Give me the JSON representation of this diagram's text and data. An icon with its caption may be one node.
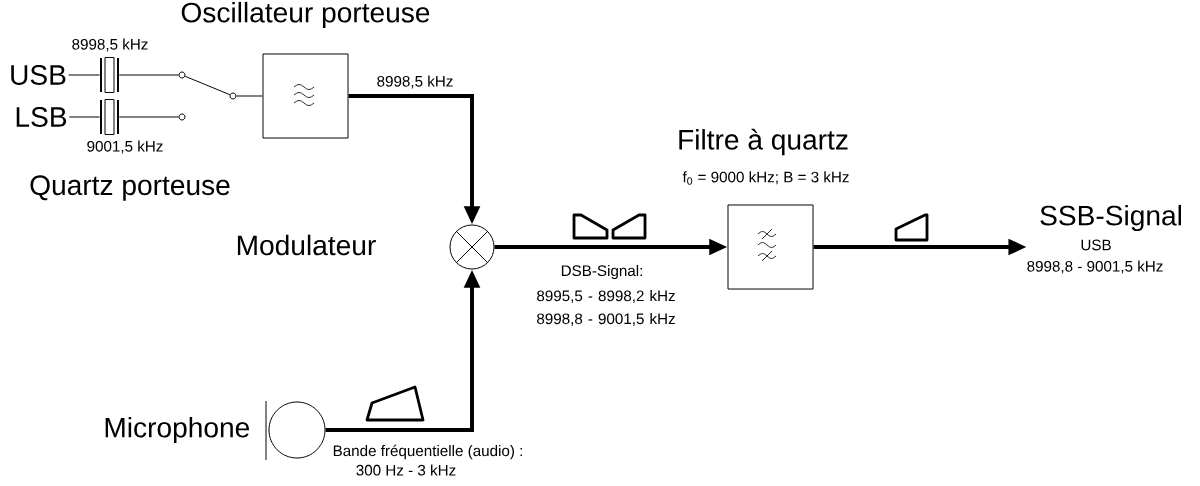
{
  "diagram": {
    "nodes": [
      {
        "text": [
          "USB"
        ]
      },
      {
        "text": [],
        "shape": "box",
        "beside": [
          "8998,5 kHz"
        ]
      },
      {
        "text": [],
        "shape": "circle"
      },
      {
        "text": [
          "LSB"
        ]
      },
      {
        "text": [],
        "shape": "box",
        "beside": [
          "9001,5 kHz"
        ]
      },
      {
        "text": [],
        "shape": "circle"
      },
      {
        "text": [],
        "shape": "circle"
      },
      {
        "text": [
          "Oscillateur porteuse"
        ]
      },
      {
        "text": [
          "Modulateur"
        ]
      },
      {
        "text": [
          "Filtre à quartz",
          "f$_{0}$ = 9000 kHz; B = 3 kHz"
        ]
      },
      {
        "text": [
          "SSB-Signal",
          "USB",
          "8998,8 - 9001,5 kHz"
        ]
      },
      {
        "text": [
          "Microphone"
        ]
      }
    ],
    "edges": [
      {
        "from": 0,
        "to": 1,
        "arrow": "none"
      },
      {
        "from": 1,
        "to": 2,
        "arrow": "none"
      },
      {
        "from": 3,
        "to": 4,
        "arrow": "none"
      },
      {
        "from": 4,
        "to": 5,
        "arrow": "none"
      },
      {
        "from": 2,
        "to": 6,
        "arrow": "none"
      },
      {
        "from": 6,
        "to": 7,
        "arrow": "none"
      },
      {
        "from": 7,
        "to": 8,
        "arrow": "to",
        "label": "8998,5 kHz",
        "style": "thick"
      },
      {
        "from": 8,
        "to": 9,
        "arrow": "to",
        "label": "DSB-Signal:",
        "style": "thick"
      },
      {
        "from": 9,
        "to": 10,
        "arrow": "to",
        "style": "thick"
      },
      {
        "from": 11,
        "to": 8,
        "arrow": "to",
        "label": "Bande fréquentielle (audio) :",
        "style": "thick"
      }
    ],
    "labels": [
      "Quartz porteuse",
      "8995,5 - 8998,2 kHz 8998,8 - 9001,5 kHz",
      "300 Hz - 3 kHz"
    ]
  }
}
